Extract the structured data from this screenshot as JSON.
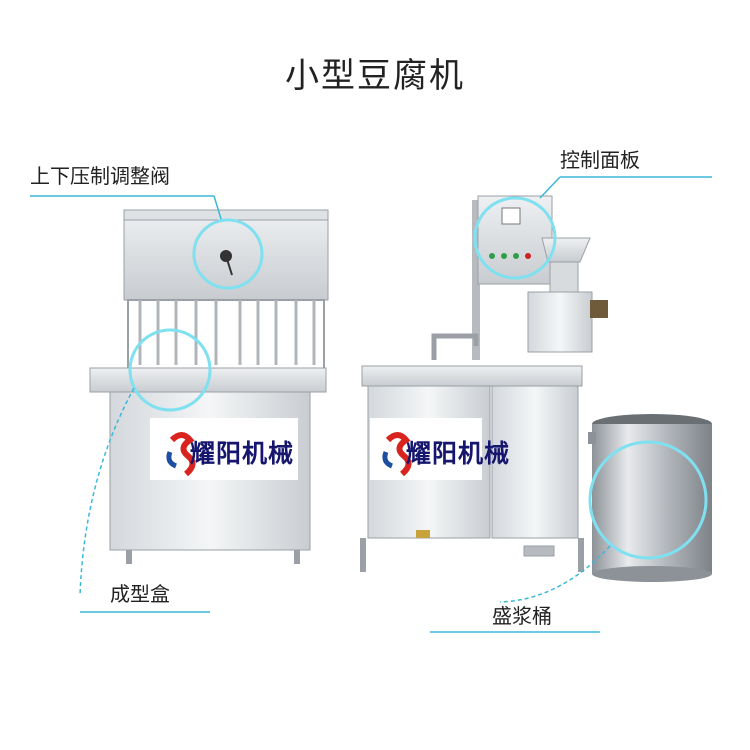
{
  "title": "小型豆腐机",
  "labels": {
    "valve": "上下压制调整阀",
    "control_panel": "控制面板",
    "mold_box": "成型盒",
    "bucket": "盛浆桶"
  },
  "brand": {
    "name": "耀阳机械"
  },
  "colors": {
    "callout_circle": "#7fe0f0",
    "callout_line": "#3ab8d8",
    "steel_light": "#e9ecef",
    "steel_dark": "#9aa0a6",
    "brand_text": "#16166e",
    "logo_red": "#d8231e",
    "logo_blue": "#1c4fa0"
  }
}
